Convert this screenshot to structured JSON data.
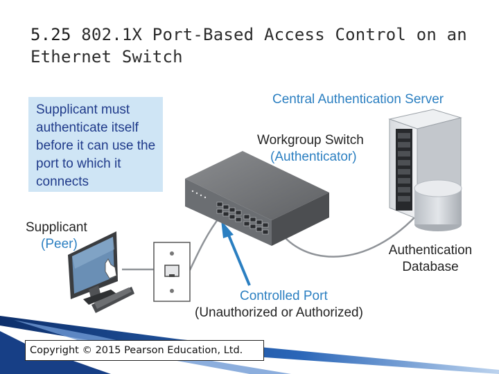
{
  "slide": {
    "title_number": "5.25",
    "title_text": "802.1X Port-Based Access Control on an Ethernet Switch"
  },
  "note": {
    "text": "Supplicant must authenticate itself before it can use the port to which it connects"
  },
  "labels": {
    "server": "Central Authentication Server",
    "switch_line1": "Workgroup Switch",
    "switch_line2": "(Authenticator)",
    "supplicant_line1": "Supplicant",
    "supplicant_line2": "(Peer)",
    "database_line1": "Authentication",
    "database_line2": "Database",
    "port_line1": "Controlled Port",
    "port_line2": "(Unauthorized or Authorized)"
  },
  "copyright": "Copyright © 2015 Pearson Education, Ltd.",
  "colors": {
    "accent_blue": "#2b7fc1",
    "note_bg": "#cfe5f5",
    "note_text": "#1f3a8a",
    "ribbon": "#1f4f9a"
  }
}
